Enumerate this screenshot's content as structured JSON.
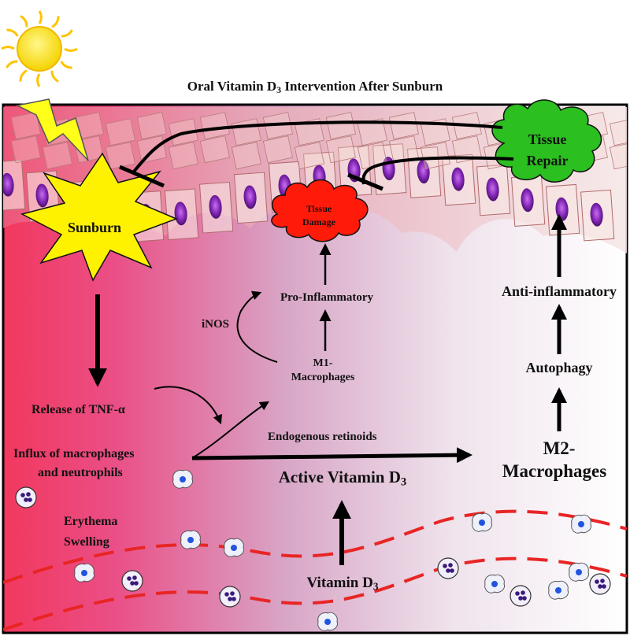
{
  "title": {
    "text": "Oral Vitamin D",
    "sub": "3",
    "rest": " Intervention After Sunburn"
  },
  "nodes": {
    "sunburn": "Sunburn",
    "tissue_damage_1": "Tissue",
    "tissue_damage_2": "Damage",
    "tissue_repair_1": "Tissue",
    "tissue_repair_2": "Repair",
    "pro_inflammatory": "Pro-Inflammatory",
    "inos": "iNOS",
    "m1_1": "M1-",
    "m1_2": "Macrophages",
    "anti_inflammatory": "Anti-inflammatory",
    "autophagy": "Autophagy",
    "m2_1": "M2-",
    "m2_2": "Macrophages",
    "release_tnf": "Release of TNF-α",
    "influx_1": "Influx of macrophages",
    "influx_2": "and neutrophils",
    "endogenous": "Endogenous retinoids",
    "active_vit": {
      "text": "Active Vitamin D",
      "sub": "3"
    },
    "vitamin": {
      "text": "Vitamin D",
      "sub": "3"
    },
    "erythema": "Erythema",
    "swelling": "Swelling"
  },
  "colors": {
    "left_pink": "#f2385e",
    "mid_pink": "#d8a5c6",
    "sunburn_fill": "#fff200",
    "damage_fill": "#ff1a0a",
    "repair_fill": "#2bbf1f",
    "vessel": "#e82525",
    "nucleus": "#8a2db8",
    "arrow": "#000000"
  }
}
